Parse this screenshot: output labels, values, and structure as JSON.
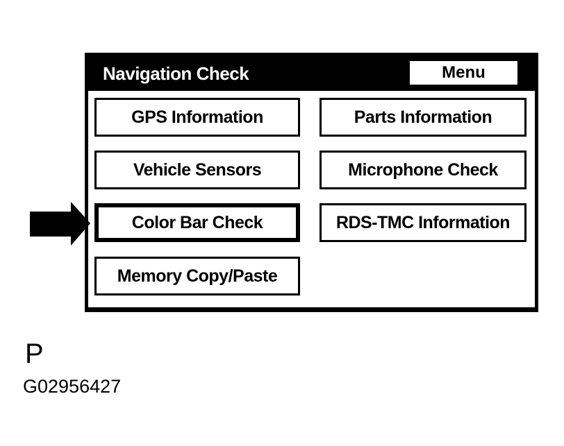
{
  "screen": {
    "title": "Navigation Check",
    "menu_button_label": "Menu",
    "buttons": [
      {
        "label": "GPS Information",
        "selected": false
      },
      {
        "label": "Parts Information",
        "selected": false
      },
      {
        "label": "Vehicle Sensors",
        "selected": false
      },
      {
        "label": "Microphone Check",
        "selected": false
      },
      {
        "label": "Color Bar Check",
        "selected": true
      },
      {
        "label": "RDS-TMC Information",
        "selected": false
      },
      {
        "label": "Memory Copy/Paste",
        "selected": false
      }
    ]
  },
  "annotations": {
    "pointer_arrow_target": "Color Bar Check",
    "page_letter": "P",
    "figure_code": "G02956427"
  },
  "colors": {
    "background": "#ffffff",
    "titlebar_bg": "#000000",
    "titlebar_text": "#ffffff",
    "button_bg": "#ffffff",
    "button_border": "#000000",
    "button_text": "#000000",
    "arrow": "#000000"
  }
}
